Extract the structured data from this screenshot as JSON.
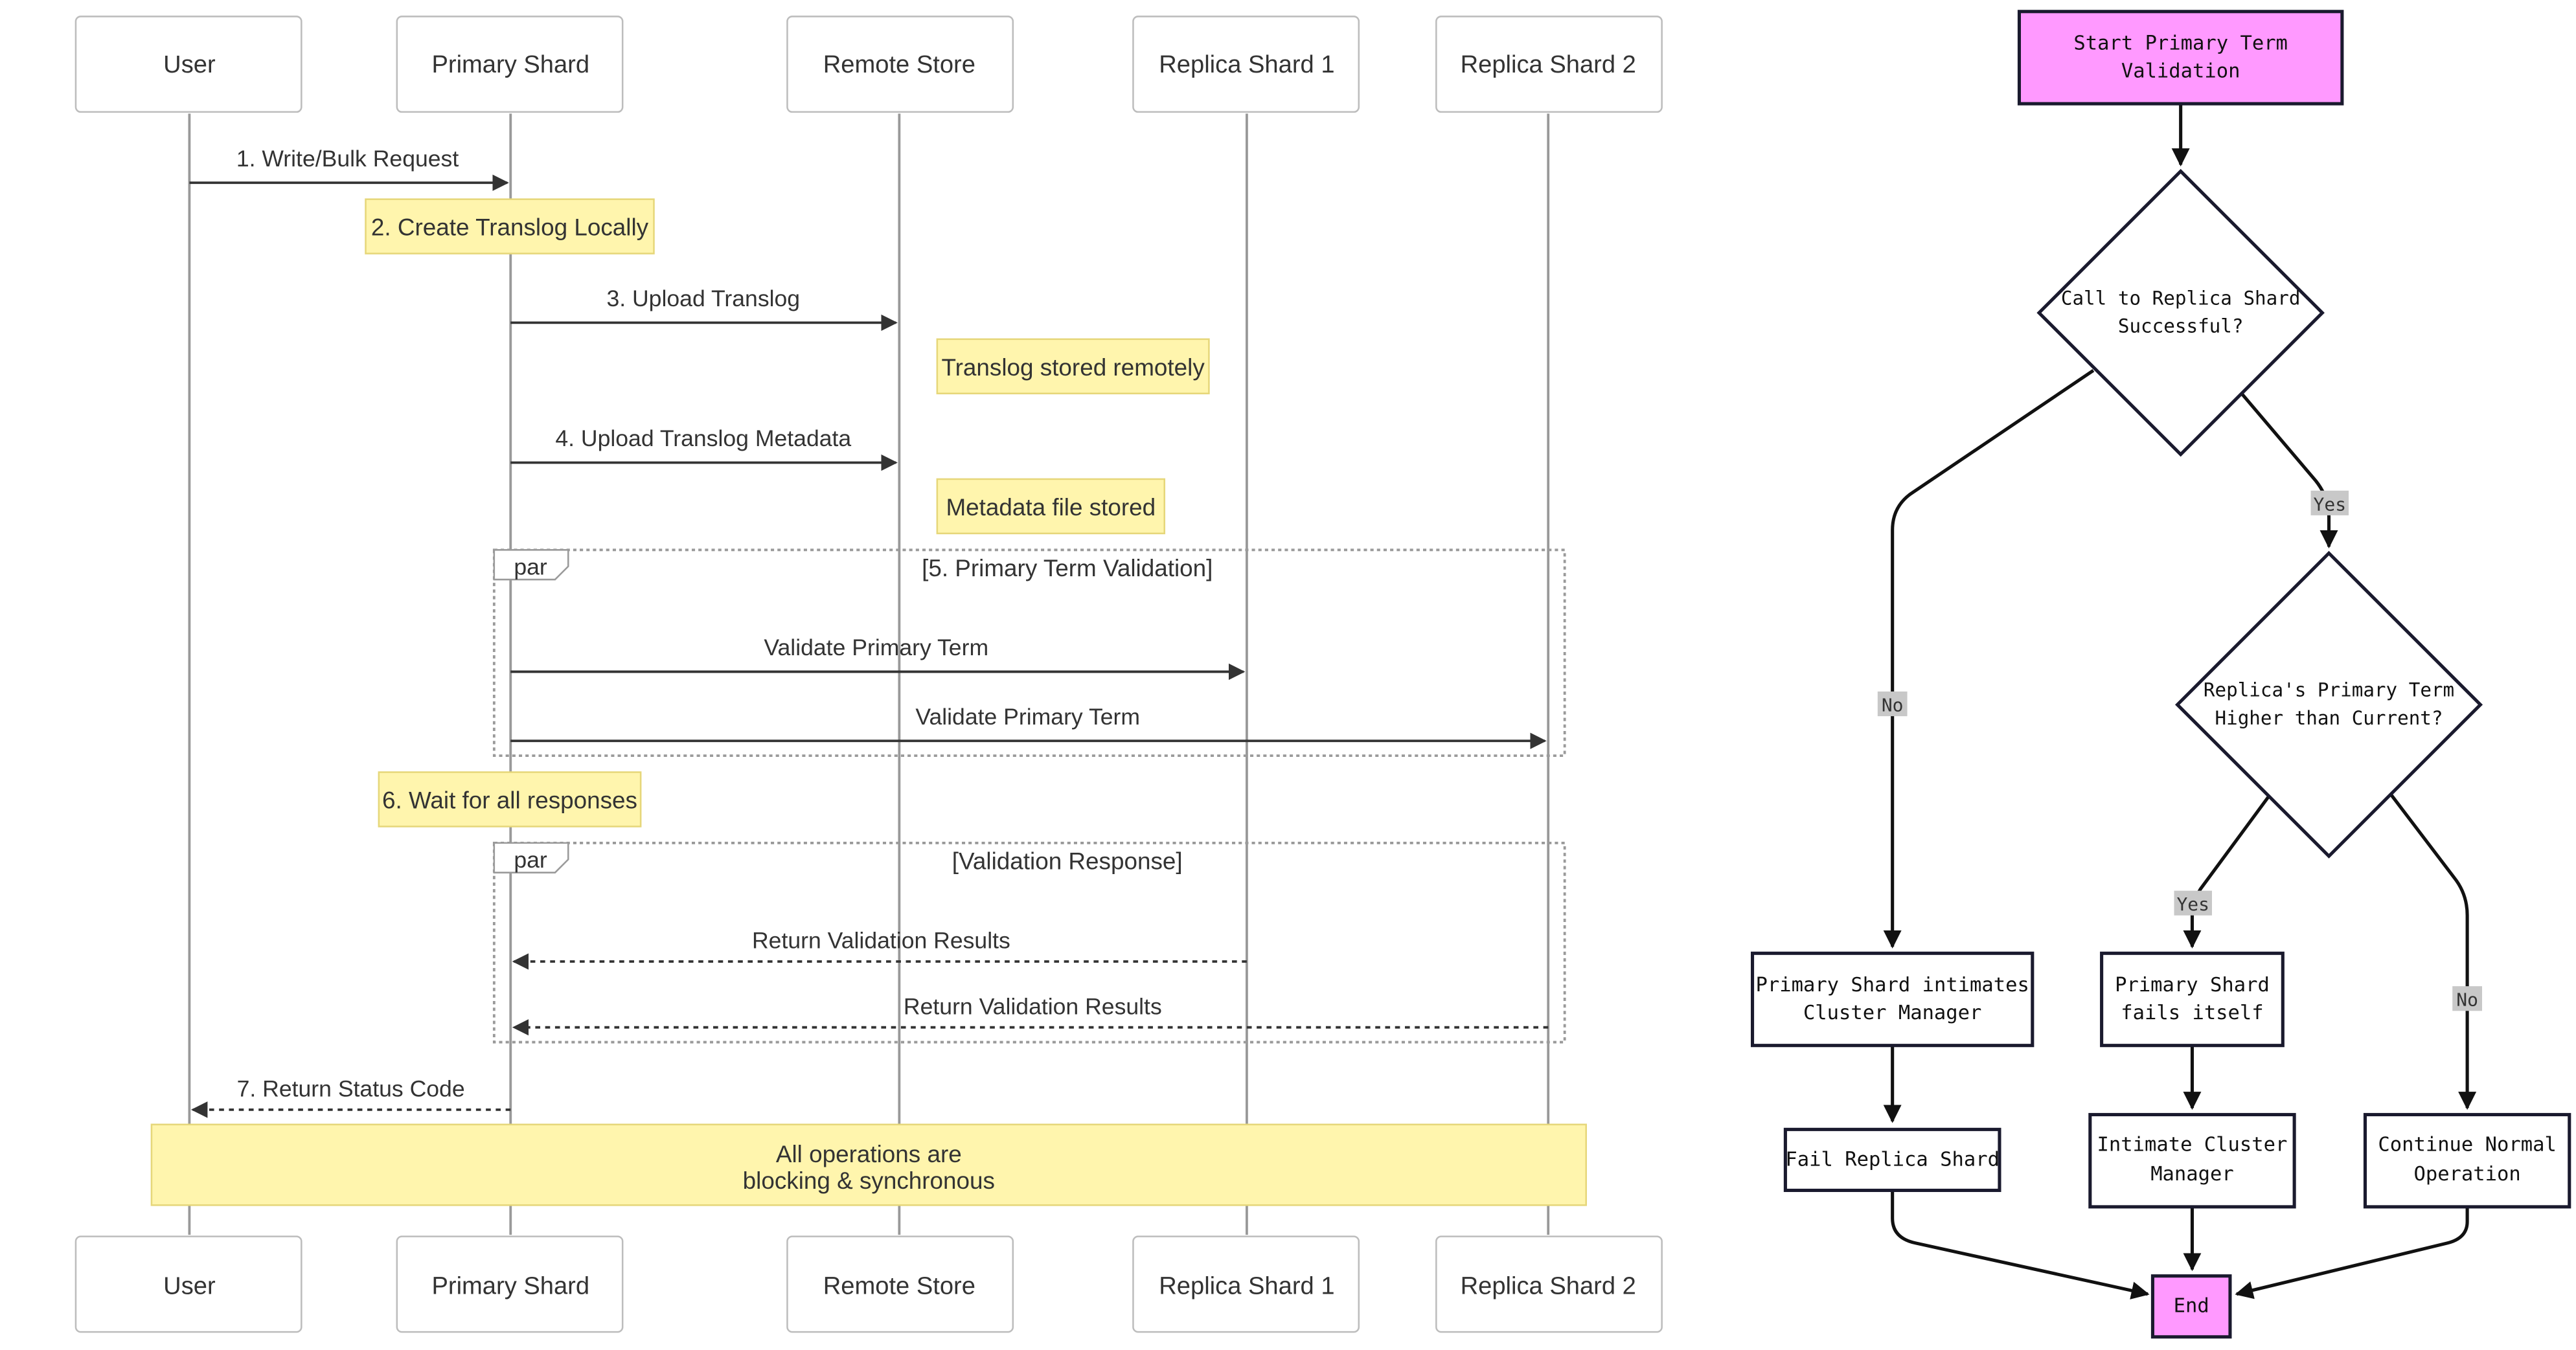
{
  "sequence": {
    "participants": [
      "User",
      "Primary Shard",
      "Remote Store",
      "Replica Shard 1",
      "Replica Shard 2"
    ],
    "messages": {
      "m1": "1. Write/Bulk Request",
      "m3": "3. Upload Translog",
      "m4": "4. Upload Translog Metadata",
      "val1": "Validate Primary Term",
      "val2": "Validate Primary Term",
      "ret1": "Return Validation Results",
      "ret2": "Return Validation Results",
      "m7": "7. Return Status Code"
    },
    "notes": {
      "n2": "2. Create Translog Locally",
      "stored": "Translog stored remotely",
      "meta": "Metadata file stored",
      "n6": "6. Wait for all responses",
      "all_line1": "All operations are",
      "all_line2": "blocking & synchronous"
    },
    "par1": {
      "keyword": "par",
      "label": "[5. Primary Term Validation]"
    },
    "par2": {
      "keyword": "par",
      "label": "[Validation Response]"
    }
  },
  "flowchart": {
    "start": [
      "Start Primary Term",
      "Validation"
    ],
    "decision1": [
      "Call to Replica Shard",
      "Successful?"
    ],
    "decision2": [
      "Replica's Primary Term",
      "Higher than Current?"
    ],
    "intimate": [
      "Primary Shard intimates",
      "Cluster Manager"
    ],
    "fails_itself": [
      "Primary Shard",
      "fails itself"
    ],
    "fail_replica": "Fail Replica Shard",
    "intimate_cm": [
      "Intimate Cluster",
      "Manager"
    ],
    "continue": [
      "Continue Normal",
      "Operation"
    ],
    "end": "End",
    "edge_labels": {
      "d1_yes": "Yes",
      "d1_no": "No",
      "d2_yes": "Yes",
      "d2_no": "No"
    }
  },
  "colors": {
    "note_fill": "#fff5ad",
    "terminal_fill": "#ff99ff",
    "line": "#999999",
    "arrow": "#333333",
    "node_border": "#1a1a2e",
    "edge_label_bg": "#c8c8c8"
  }
}
